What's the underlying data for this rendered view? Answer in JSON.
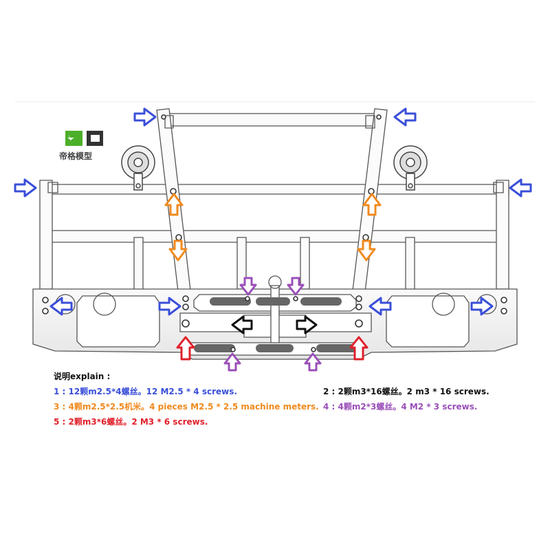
{
  "logo": {
    "text": "帝格模型"
  },
  "explain": {
    "heading": "说明explain :",
    "items": [
      {
        "text": "1 : 12颗m2.5*4螺丝。12 M2.5 * 4 screws.",
        "color": "#3a4fd8"
      },
      {
        "text": "2 : 2颗m3*16螺丝。2 m3 * 16 screws.",
        "color": "#111111"
      },
      {
        "text": "3 : 4颗m2.5*2.5机米。4 pieces M2.5 * 2.5 machine meters.",
        "color": "#f08a1e"
      },
      {
        "text": "4 : 4颗m2*3螺丝。4 M2 * 3 screws.",
        "color": "#9a4fb8"
      },
      {
        "text": "5 : 2颗m3*6螺丝。2 M3 * 6 screws.",
        "color": "#e0202a"
      }
    ]
  },
  "colors": {
    "blue_arrow": "#3a4fd8",
    "orange_arrow": "#f08a1e",
    "purple_arrow": "#9a4fb8",
    "black_arrow": "#111111",
    "red_arrow": "#e0202a",
    "line": "#555555",
    "logo_green": "#4caf2a",
    "logo_dark": "#333333"
  }
}
